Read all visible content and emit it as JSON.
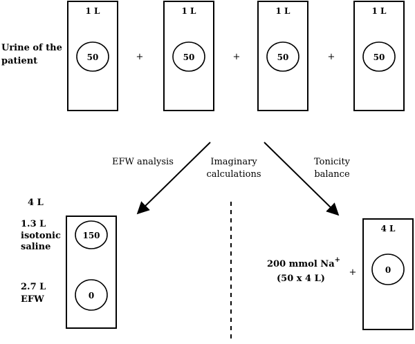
{
  "top_section": {
    "label_line1": "Urine of the",
    "label_line2": "patient",
    "containers": [
      {
        "volume": "1 L",
        "value": "50"
      },
      {
        "volume": "1 L",
        "value": "50"
      },
      {
        "volume": "1 L",
        "value": "50"
      },
      {
        "volume": "1 L",
        "value": "50"
      }
    ],
    "plus_signs": [
      "+",
      "+",
      "+"
    ]
  },
  "middle": {
    "left_label": "EFW analysis",
    "center_line1": "Imaginary",
    "center_line2": "calculations",
    "right_line1": "Tonicity",
    "right_line2": "balance"
  },
  "left_result": {
    "total": "4 L",
    "part1_line1": "1.3 L",
    "part1_line2": "isotonic",
    "part1_line3": "saline",
    "part1_value": "150",
    "part2_line1": "2.7 L",
    "part2_line2": "EFW",
    "part2_value": "0"
  },
  "right_result": {
    "sodium_main": "200 mmol Na",
    "sodium_sup": "+",
    "sodium_calc": "(50  x 4 L)",
    "plus": "+",
    "volume": "4 L",
    "value": "0"
  }
}
